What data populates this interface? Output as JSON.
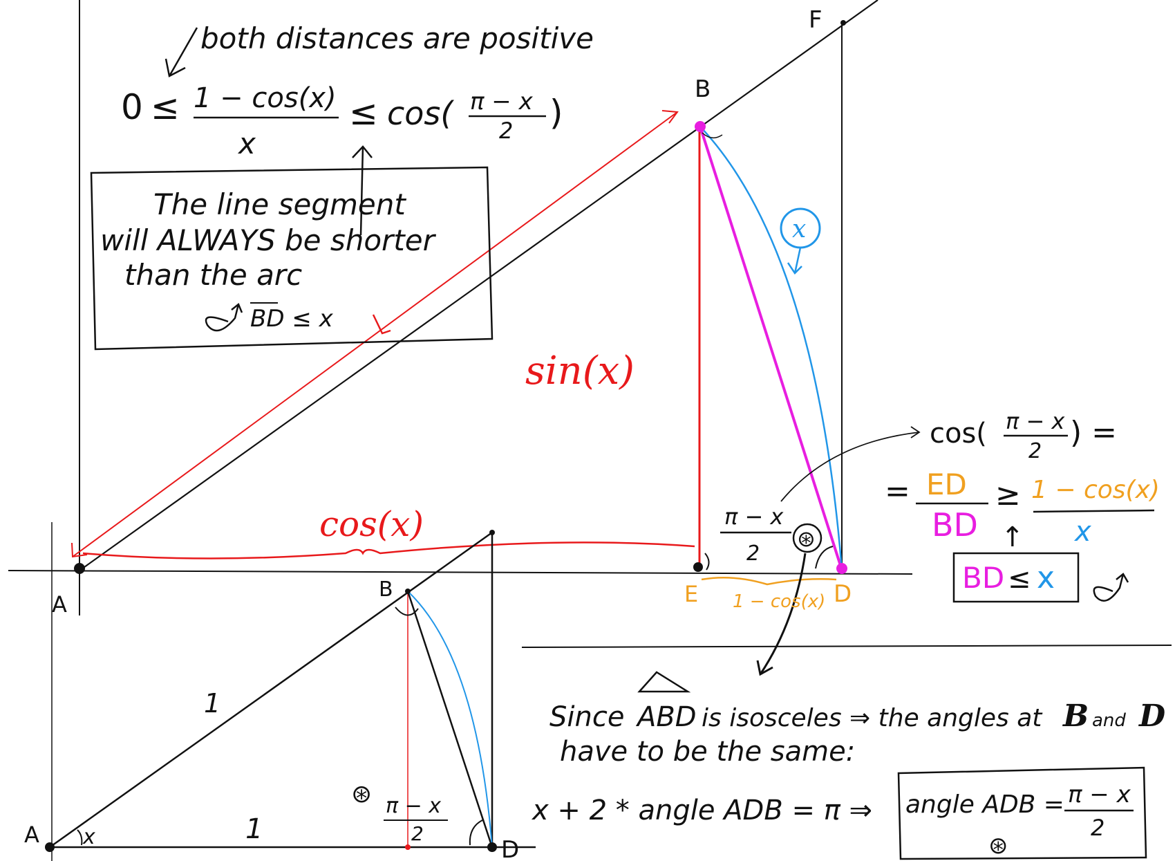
{
  "top_note": "both distances are positive",
  "inequality": {
    "zero": "0",
    "le1": "≤",
    "num": "1 − cos(x)",
    "den": "x",
    "le2": "≤",
    "cos": "cos(",
    "frac_num": "π − x",
    "frac_den": "2",
    "close": ")"
  },
  "box_note": {
    "line1": "The line segment",
    "line2": "will ALWAYS be shorter",
    "line3": "than the arc",
    "line4": "BD ≤ x"
  },
  "labels": {
    "A": "A",
    "B": "B",
    "D": "D",
    "E": "E",
    "F": "F",
    "sin": "sin(x)",
    "cos": "cos(x)",
    "arc_x": "x",
    "angle_num": "π − x",
    "angle_den": "2",
    "star": "⊛",
    "ED_len": "1 − cos(x)"
  },
  "right_calc": {
    "cos": "cos(",
    "frac_num": "π − x",
    "frac_den": "2",
    "close": ") =",
    "eq": "=",
    "ED": "ED",
    "BD": "BD",
    "ge": "≥",
    "rnum": "1 − cos(x)",
    "rden": "x",
    "uparrow": "↑",
    "box_bd": "BD",
    "box_le": "≤",
    "box_x": "x"
  },
  "small_fig": {
    "A": "A",
    "B": "B",
    "D": "D",
    "one_diag": "1",
    "one_base": "1",
    "x": "x",
    "star": "⊛",
    "frac_num": "π − x",
    "frac_den": "2"
  },
  "explanation": {
    "line1a": "Since",
    "tri": "ABD",
    "line1b": "is isosceles ⇒ the angles at",
    "B": "B",
    "and": "and",
    "D": "D",
    "line2": "have to be the same:",
    "line3": "x + 2 * angle ADB = π ⇒",
    "box_l": "angle ADB =",
    "box_num": "π − x",
    "box_den": "2",
    "box_star": "⊛"
  },
  "colors": {
    "ink": "#111111",
    "red": "#e8191b",
    "blue": "#2196e8",
    "magenta": "#e81ee0",
    "orange": "#f0a020"
  }
}
